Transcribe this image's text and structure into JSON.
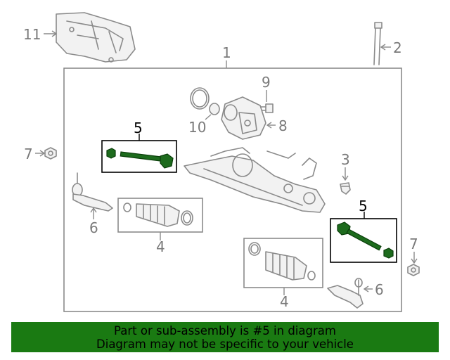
{
  "callouts": {
    "c1": "1",
    "c2": "2",
    "c3": "3",
    "c4a": "4",
    "c4b": "4",
    "c5a": "5",
    "c5b": "5",
    "c6a": "6",
    "c6b": "6",
    "c7a": "7",
    "c7b": "7",
    "c8": "8",
    "c9": "9",
    "c10": "10",
    "c11": "11"
  },
  "banner": {
    "line1": "Part or sub-assembly is #5 in diagram",
    "line2": "Diagram may not be specific to your vehicle"
  },
  "colors": {
    "banner_bg": "#1a7a12",
    "highlight_part": "#1d6b1d",
    "line_gray": "#8a8a8a"
  }
}
